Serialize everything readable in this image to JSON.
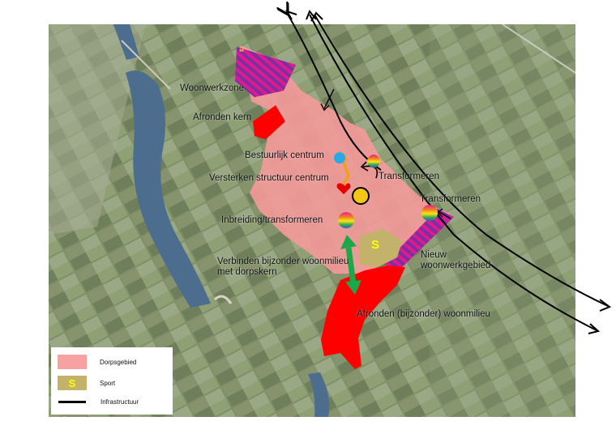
{
  "labels": {
    "woonwerkzone": "Woonwerkzone",
    "afronden_kern": "Afronden kern",
    "bestuurlijk_centrum": "Bestuurlijk centrum",
    "versterken_structuur_centrum": "Versterken structuur centrum",
    "inbreiding_transformeren": "Inbreiding/transformeren",
    "transformeren_1": "Transformeren",
    "transformeren_2": "Transformeren",
    "verbinden_woonmilieu": "Verbinden bijzonder woonmilieu met dorpskern",
    "nieuw_woonwerkgebied": "Nieuw woonwerkgebied",
    "afronden_woonmilieu": "Afronden (bijzonder) woonmilieu",
    "sport_marker": "S",
    "stars_marker": "**"
  },
  "legend": {
    "items": [
      {
        "label": "Dorpsgebied",
        "color": "#f7a1a1",
        "symbol": ""
      },
      {
        "label": "Sport",
        "color": "#c2b26a",
        "symbol": "S"
      },
      {
        "label": "Infrastructuur",
        "color": "#000000",
        "symbol": ""
      }
    ]
  },
  "colors": {
    "dorpsgebied": "#f59a9a",
    "red_zone": "#ff0000",
    "sport": "#c2b26a",
    "stripe_a": "#e0198f",
    "stripe_b": "#7b2fa0",
    "arrow_green": "#1aa84a",
    "arrow_orange": "#f0a020",
    "water": "#4a6a8a"
  }
}
